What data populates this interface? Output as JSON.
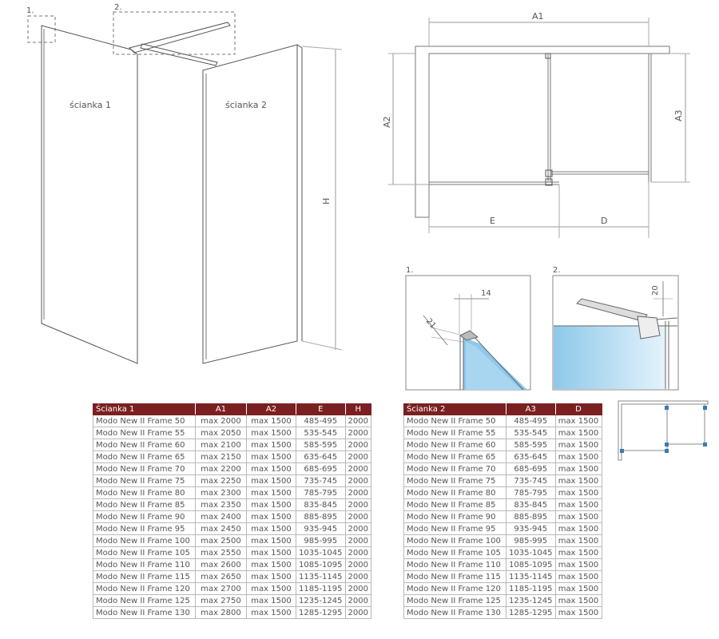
{
  "perspective": {
    "detail_marker_1": "1.",
    "detail_marker_2": "2.",
    "panel1_label": "ścianka 1",
    "panel2_label": "ścianka 2",
    "height_label": "H"
  },
  "plan": {
    "label_a1": "A1",
    "label_a2": "A2",
    "label_a3": "A3",
    "label_e": "E",
    "label_d": "D"
  },
  "details": {
    "detail1_title": "1.",
    "detail1_dim_top": "14",
    "detail1_dim_side": "21",
    "detail2_title": "2.",
    "detail2_dim": "20"
  },
  "table1": {
    "headers": [
      "Ścianka 1",
      "A1",
      "A2",
      "E",
      "H"
    ],
    "rows": [
      [
        "Modo New II Frame 50",
        "max 2000",
        "max 1500",
        "485-495",
        "2000"
      ],
      [
        "Modo New II Frame 55",
        "max 2050",
        "max 1500",
        "535-545",
        "2000"
      ],
      [
        "Modo New II Frame 60",
        "max 2100",
        "max 1500",
        "585-595",
        "2000"
      ],
      [
        "Modo New II Frame 65",
        "max 2150",
        "max 1500",
        "635-645",
        "2000"
      ],
      [
        "Modo New II Frame 70",
        "max 2200",
        "max 1500",
        "685-695",
        "2000"
      ],
      [
        "Modo New II Frame 75",
        "max 2250",
        "max 1500",
        "735-745",
        "2000"
      ],
      [
        "Modo New II Frame 80",
        "max 2300",
        "max 1500",
        "785-795",
        "2000"
      ],
      [
        "Modo New II Frame 85",
        "max 2350",
        "max 1500",
        "835-845",
        "2000"
      ],
      [
        "Modo New II Frame 90",
        "max 2400",
        "max 1500",
        "885-895",
        "2000"
      ],
      [
        "Modo New II Frame 95",
        "max 2450",
        "max 1500",
        "935-945",
        "2000"
      ],
      [
        "Modo New II Frame 100",
        "max 2500",
        "max 1500",
        "985-995",
        "2000"
      ],
      [
        "Modo New II Frame 105",
        "max 2550",
        "max 1500",
        "1035-1045",
        "2000"
      ],
      [
        "Modo New II Frame 110",
        "max 2600",
        "max 1500",
        "1085-1095",
        "2000"
      ],
      [
        "Modo New II Frame 115",
        "max 2650",
        "max 1500",
        "1135-1145",
        "2000"
      ],
      [
        "Modo New II Frame 120",
        "max 2700",
        "max 1500",
        "1185-1195",
        "2000"
      ],
      [
        "Modo New II Frame 125",
        "max 2750",
        "max 1500",
        "1235-1245",
        "2000"
      ],
      [
        "Modo New II Frame 130",
        "max 2800",
        "max 1500",
        "1285-1295",
        "2000"
      ]
    ]
  },
  "table2": {
    "headers": [
      "Ścianka 2",
      "A3",
      "D"
    ],
    "rows": [
      [
        "Modo New II Frame 50",
        "485-495",
        "max 1500"
      ],
      [
        "Modo New II Frame 55",
        "535-545",
        "max 1500"
      ],
      [
        "Modo New II Frame 60",
        "585-595",
        "max 1500"
      ],
      [
        "Modo New II Frame 65",
        "635-645",
        "max 1500"
      ],
      [
        "Modo New II Frame 70",
        "685-695",
        "max 1500"
      ],
      [
        "Modo New II Frame 75",
        "735-745",
        "max 1500"
      ],
      [
        "Modo New II Frame 80",
        "785-795",
        "max 1500"
      ],
      [
        "Modo New II Frame 85",
        "835-845",
        "max 1500"
      ],
      [
        "Modo New II Frame 90",
        "885-895",
        "max 1500"
      ],
      [
        "Modo New II Frame 95",
        "935-945",
        "max 1500"
      ],
      [
        "Modo New II Frame 100",
        "985-995",
        "max 1500"
      ],
      [
        "Modo New II Frame 105",
        "1035-1045",
        "max 1500"
      ],
      [
        "Modo New II Frame 110",
        "1085-1095",
        "max 1500"
      ],
      [
        "Modo New II Frame 115",
        "1135-1145",
        "max 1500"
      ],
      [
        "Modo New II Frame 120",
        "1185-1195",
        "max 1500"
      ],
      [
        "Modo New II Frame 125",
        "1235-1245",
        "max 1500"
      ],
      [
        "Modo New II Frame 130",
        "1285-1295",
        "max 1500"
      ]
    ]
  },
  "colors": {
    "header_bg": "#7a2020",
    "glass_blue": "#8ec8ea",
    "line_gray": "#666666",
    "accent_node": "#3a7bb0"
  }
}
